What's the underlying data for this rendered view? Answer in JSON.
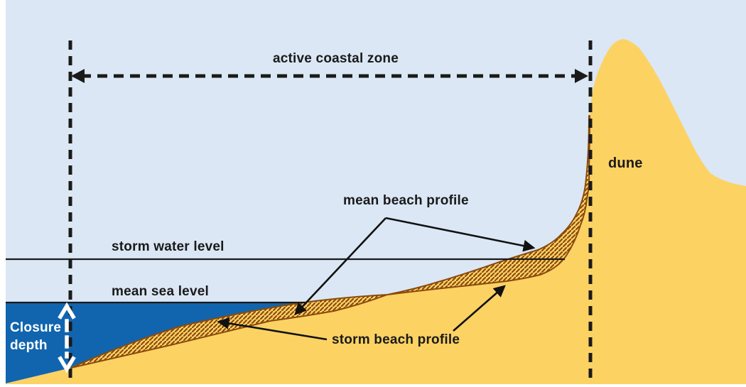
{
  "labels": {
    "active_coastal_zone": "active coastal zone",
    "dune": "dune",
    "mean_beach_profile": "mean beach profile",
    "storm_water_level": "storm water level",
    "mean_sea_level": "mean sea level",
    "storm_beach_profile": "storm beach profile",
    "closure_depth_line1": "Closure",
    "closure_depth_line2": "depth"
  },
  "colors": {
    "sky": "#dbe7f4",
    "sea": "#1165af",
    "sand": "#fcd263",
    "hatch_brown": "#8a4a0e",
    "line_black": "#1a1a1a",
    "closure_arrow_white": "#ffffff"
  }
}
